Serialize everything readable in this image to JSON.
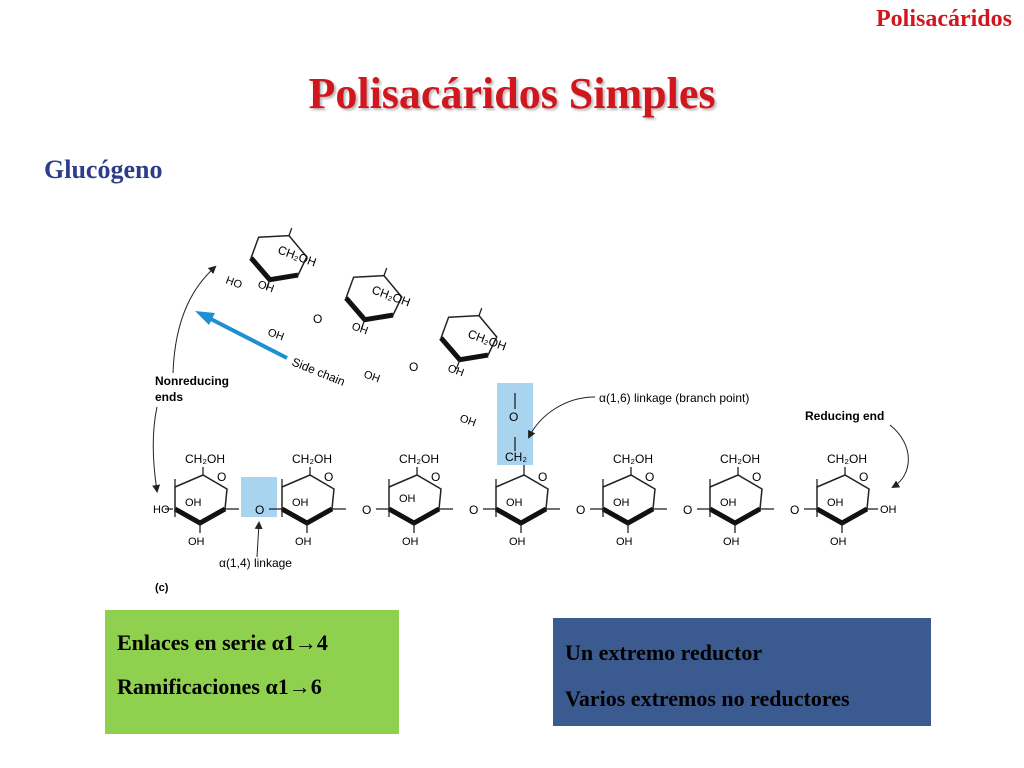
{
  "header": {
    "corner_label": "Polisacáridos",
    "title": "Polisacáridos Simples",
    "subtitle": "Glucógeno"
  },
  "diagram": {
    "labels": {
      "nonreducing_1": "Nonreducing",
      "nonreducing_2": "ends",
      "side_chain": "Side chain",
      "branch_point": "α(1,6) linkage (branch point)",
      "reducing_end": "Reducing end",
      "linkage_14": "α(1,4) linkage",
      "panel": "(c)"
    },
    "groups": {
      "ch2oh": "CH₂OH",
      "ch2": "CH₂",
      "oh": "OH",
      "ho": "HO",
      "ring_o": "O",
      "bridge_o": "O"
    },
    "colors": {
      "highlight": "#a8d4f0",
      "arrow": "#1e8fd0"
    }
  },
  "green_box": {
    "line1": "Enlaces en serie α1→4",
    "line2": "Ramificaciones α1→6",
    "color": "#8fd14f"
  },
  "blue_box": {
    "line1": "Un extremo reductor",
    "line2": "Varios extremos no reductores",
    "color": "#3b5a8f"
  }
}
